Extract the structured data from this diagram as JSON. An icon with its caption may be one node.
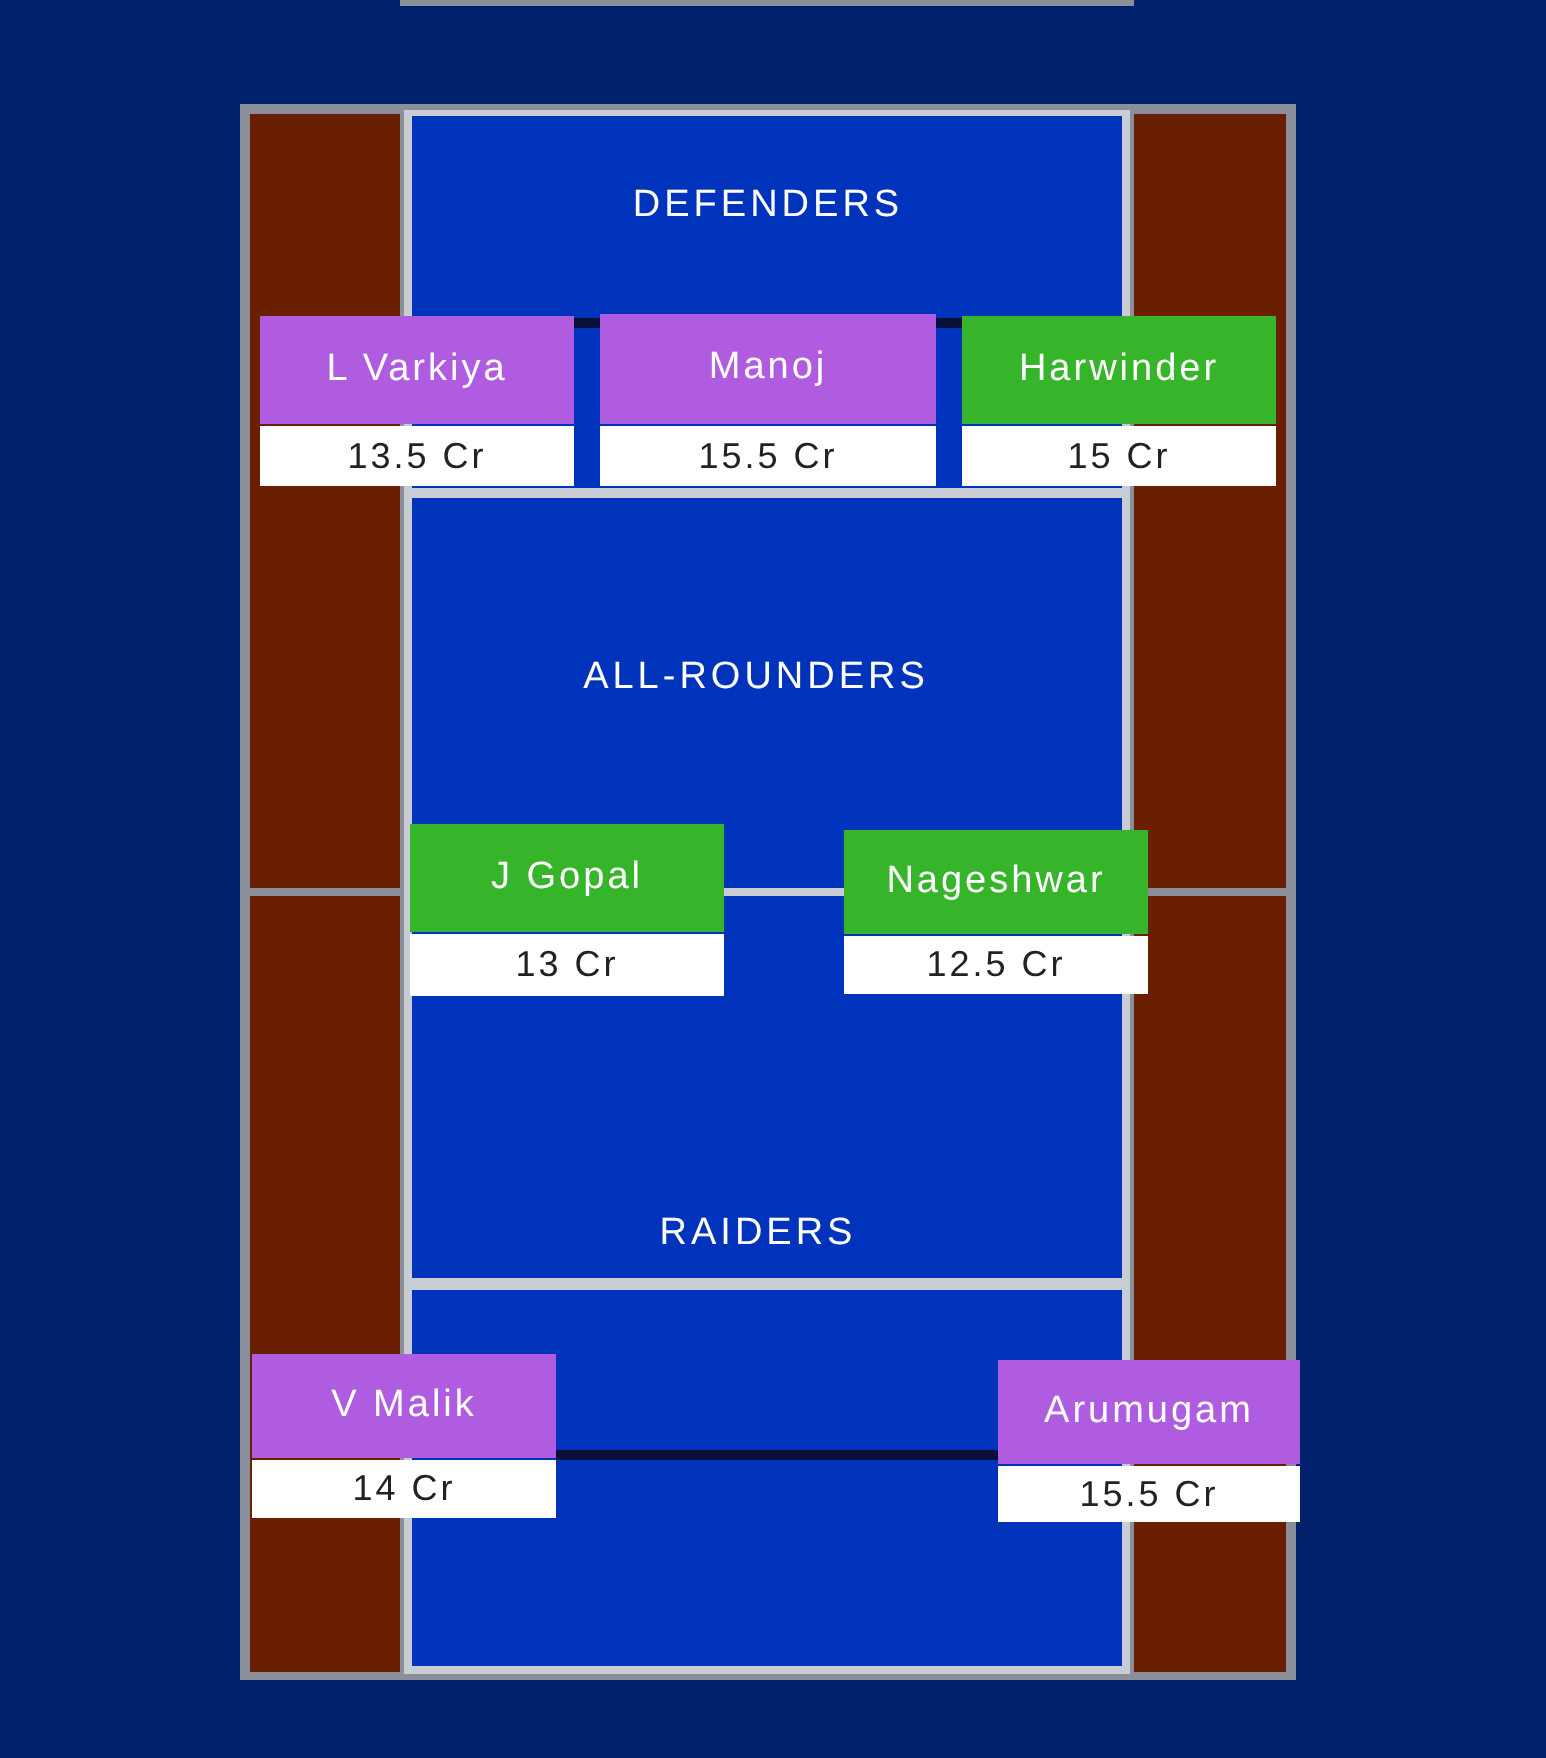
{
  "diagram": {
    "nodes": [
      {
        "text": [
          "L Varkiya",
          "13.5 Cr"
        ]
      },
      {
        "text": [
          "Manoj",
          "15.5 Cr"
        ]
      },
      {
        "text": [
          "Harwinder",
          "15 Cr"
        ]
      },
      {
        "text": [
          "J Gopal",
          "13 Cr"
        ]
      },
      {
        "text": [
          "Nageshwar",
          "12.5 Cr"
        ]
      },
      {
        "text": [
          "V Malik",
          "14 Cr"
        ]
      },
      {
        "text": [
          "Arumugam",
          "15.5 Cr"
        ]
      }
    ],
    "labels": [
      "DEFENDERS",
      "ALL-ROUNDERS",
      "RAIDERS"
    ]
  }
}
